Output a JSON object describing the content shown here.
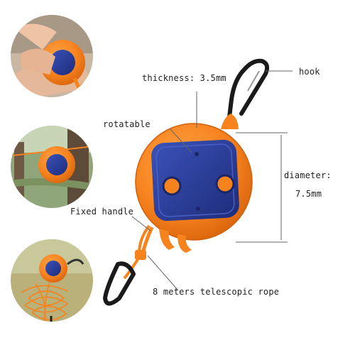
{
  "labels": {
    "thickness": "thickness: 3.5mm",
    "hook": "hook",
    "rotatable": "rotatable",
    "diameter": "diameter:",
    "diameter_value": "7.5mm",
    "fixed_handle": "Fixed handle",
    "rope": "8 meters telescopic rope"
  },
  "colors": {
    "body_orange": "#f7831f",
    "body_orange_dark": "#e56a10",
    "panel_blue": "#2c3f9e",
    "panel_blue_dark": "#1e2c7a",
    "hook_black": "#1a1a1a",
    "line_gray": "#666666"
  }
}
